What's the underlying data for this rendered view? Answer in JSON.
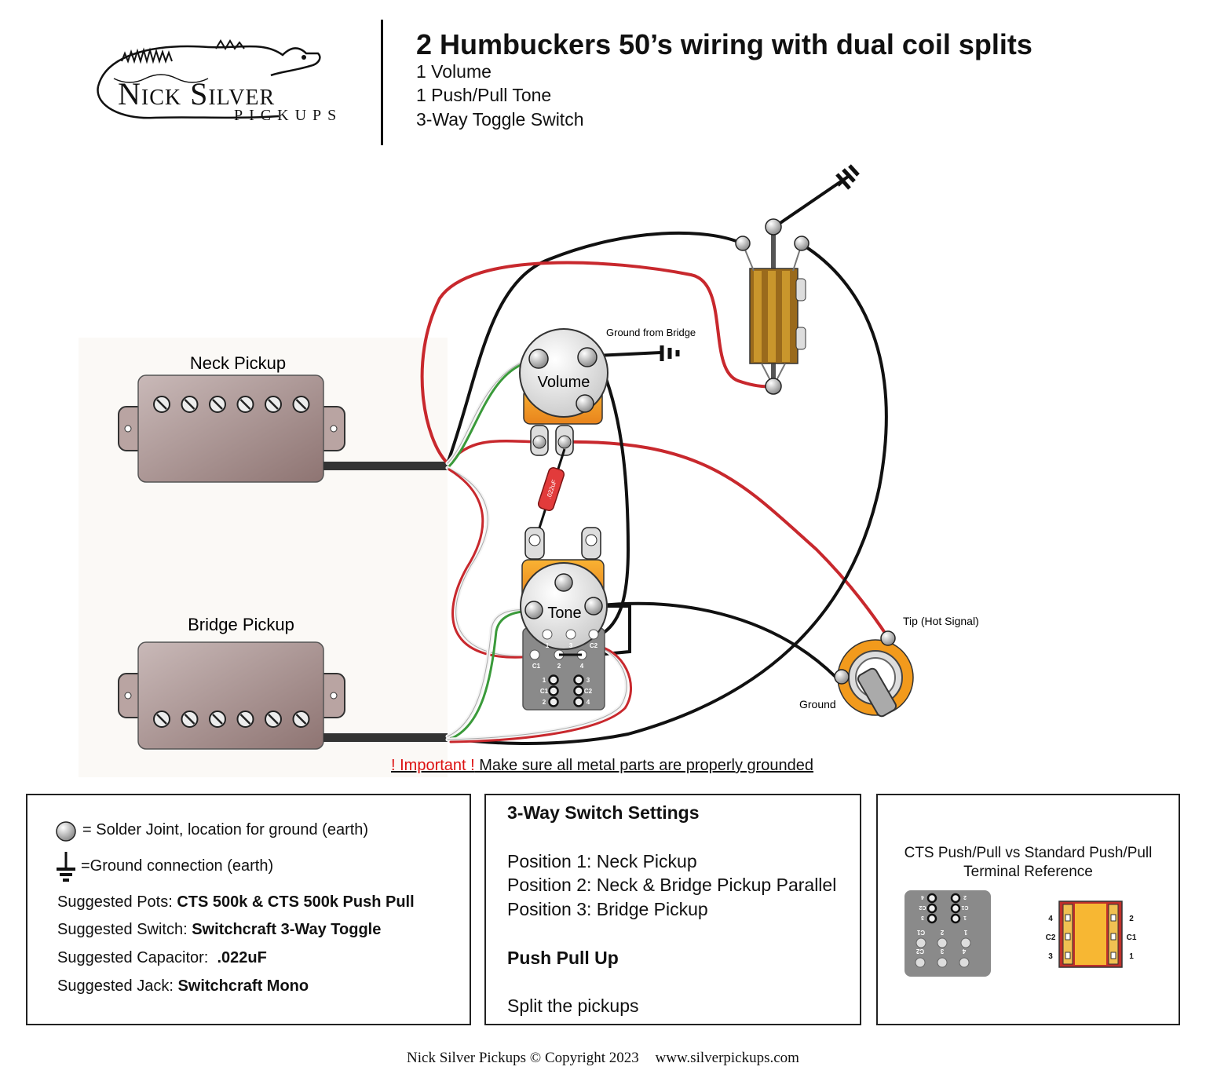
{
  "header": {
    "brand_name": "Nick Silver",
    "brand_sub": "PICKUPS",
    "title": "2 Humbuckers 50’s wiring with dual coil splits",
    "subtitle_lines": [
      "1 Volume",
      "1 Push/Pull Tone",
      "3-Way Toggle Switch"
    ]
  },
  "diagram": {
    "neck_pickup_label": "Neck Pickup",
    "bridge_pickup_label": "Bridge Pickup",
    "volume_label": "Volume",
    "tone_label": "Tone",
    "ground_from_bridge_label": "Ground from Bridge",
    "tip_label": "Tip (Hot Signal)",
    "jack_ground_label": "Ground",
    "capacitor_text": ".022uF",
    "tone_terminals": [
      "1",
      "3",
      "C2",
      "C1",
      "2",
      "4"
    ],
    "tone_switch_rows": [
      [
        "1",
        "3"
      ],
      [
        "C1",
        "C2"
      ],
      [
        "2",
        "4"
      ]
    ],
    "wire_colors": {
      "red": "#c8282d",
      "black": "#111111",
      "green": "#3a9a3a",
      "white": "#f4f4f4"
    }
  },
  "important": {
    "warn": "! Important !",
    "text": " Make sure all metal parts are properly grounded"
  },
  "legend": {
    "solder_joint": "= Solder Joint, location for ground (earth)",
    "ground_connection": "=Ground connection (earth)",
    "pots_label": "Suggested Pots: ",
    "pots_value": "CTS 500k & CTS 500k Push Pull",
    "switch_label": "Suggested Switch: ",
    "switch_value": "Switchcraft 3-Way Toggle",
    "capacitor_label": "Suggested Capacitor:  ",
    "capacitor_value": ".022uF",
    "jack_label": "Suggested Jack: ",
    "jack_value": "Switchcraft Mono"
  },
  "settings": {
    "heading": "3-Way Switch Settings",
    "positions": [
      "Position 1: Neck Pickup",
      "Position 2: Neck & Bridge Pickup Parallel",
      "Position 3: Bridge Pickup"
    ],
    "push_pull_heading": "Push Pull Up",
    "push_pull_text": "Split the pickups"
  },
  "reference": {
    "title_line1": "CTS Push/Pull vs Standard Push/Pull",
    "title_line2": "Terminal Reference",
    "cts_rows": [
      [
        "4",
        "2"
      ],
      [
        "C2",
        "C1"
      ],
      [
        "3",
        "1"
      ]
    ],
    "cts_bottom": [
      "1",
      "2",
      "C1",
      "C2",
      "3",
      "4"
    ],
    "std_labels_left": [
      "4",
      "C2",
      "3"
    ],
    "std_labels_right": [
      "2",
      "C1",
      "1"
    ]
  },
  "footer": {
    "copyright": "Nick Silver Pickups © Copyright 2023",
    "url": "www.silverpickups.com"
  }
}
